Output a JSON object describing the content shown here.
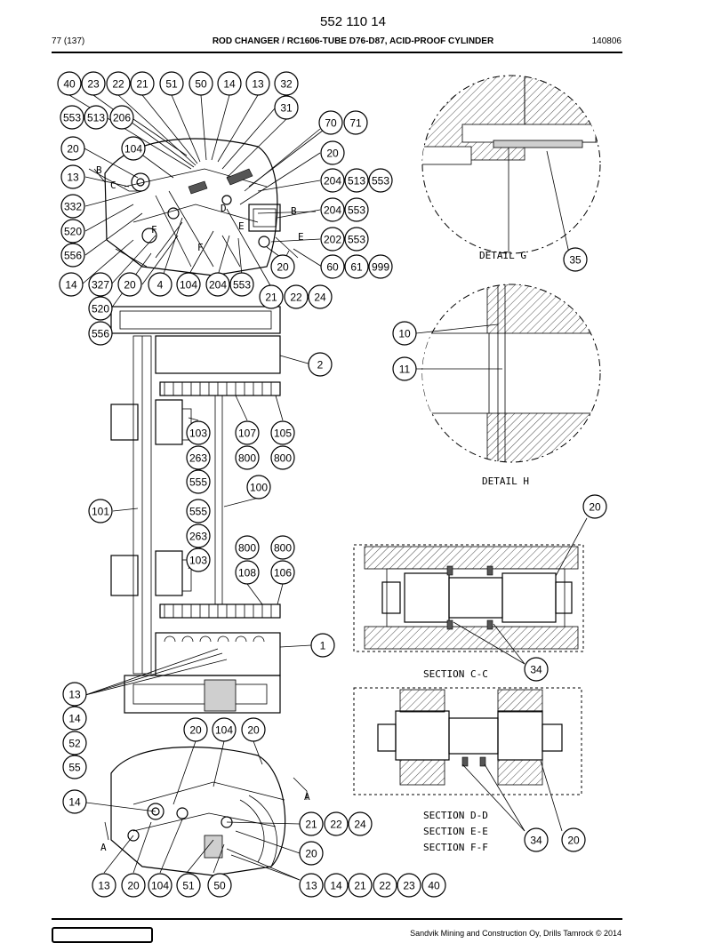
{
  "header": {
    "doc_number": "552 110 14",
    "page": "77 (137)",
    "title": "ROD CHANGER / RC1606-TUBE D76-D87, ACID-PROOF CYLINDER",
    "code": "140806"
  },
  "footer": {
    "copyright": "Sandvik Mining and Construction Oy, Drills Tamrock © 2014"
  },
  "views": {
    "detail_g": "DETAIL G",
    "detail_h": "DETAIL H",
    "section_cc": "SECTION C-C",
    "section_dd": "SECTION D-D",
    "section_ee": "SECTION E-E",
    "section_ff": "SECTION F-F"
  },
  "view_letters": {
    "a1": "A",
    "a2": "A",
    "b1": "B",
    "b2": "B",
    "c": "C",
    "d": "D",
    "e1": "E",
    "e2": "E",
    "f1": "F",
    "f2": "F"
  },
  "balloons": [
    "40",
    "23",
    "22",
    "21",
    "51",
    "50",
    "14",
    "13",
    "32",
    "31",
    "553",
    "513",
    "206",
    "70",
    "71",
    "20",
    "104",
    "20",
    "13",
    "204",
    "513",
    "553",
    "332",
    "204",
    "553",
    "520",
    "202",
    "553",
    "556",
    "20",
    "60",
    "61",
    "999",
    "14",
    "327",
    "20",
    "4",
    "104",
    "204",
    "553",
    "21",
    "22",
    "24",
    "520",
    "556",
    "10",
    "2",
    "11",
    "103",
    "107",
    "105",
    "263",
    "800",
    "800",
    "555",
    "100",
    "101",
    "555",
    "20",
    "263",
    "800",
    "800",
    "103",
    "108",
    "106",
    "1",
    "34",
    "13",
    "14",
    "52",
    "55",
    "20",
    "104",
    "20",
    "14",
    "21",
    "22",
    "24",
    "20",
    "34",
    "20",
    "13",
    "20",
    "104",
    "51",
    "50",
    "13",
    "14",
    "21",
    "22",
    "23",
    "40",
    "35"
  ]
}
